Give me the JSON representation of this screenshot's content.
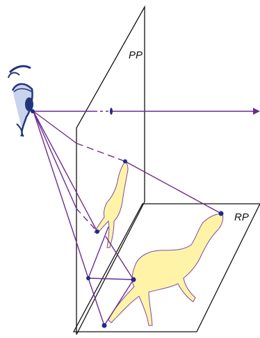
{
  "labels": {
    "picture_plane": "PP",
    "reference_plane": "RP"
  },
  "colors": {
    "plane_outline": "#111111",
    "projection_ray": "#6a2c8f",
    "projection_dot": "#1f2a8a",
    "horse_fill": "#fff3a8",
    "horse_outline": "#7a4aa8",
    "eye_ink": "#23357a",
    "eye_shade": "#c9d3ee"
  },
  "icons": {
    "eye": "eye-icon",
    "horse_picture": "horse-silhouette",
    "horse_ground": "horse-silhouette"
  }
}
